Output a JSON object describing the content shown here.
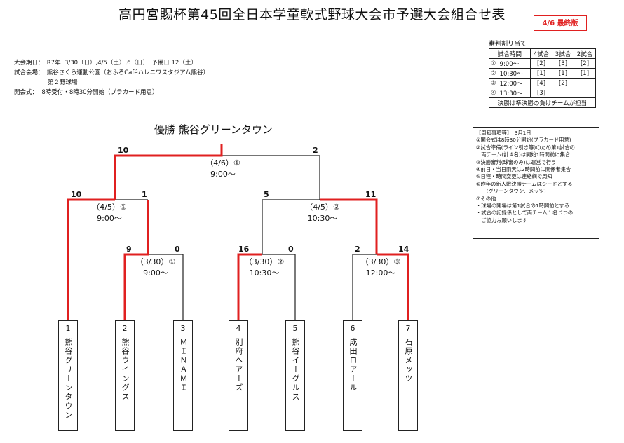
{
  "title": "高円宮賜杯第45回全日本学童軟式野球大会市予選大会組合せ表",
  "badge": "4/6 最終版",
  "info": {
    "dates": "大会期日：　R7年  3/30（日）,4/5（土）,6（日）　予備日 12（土）",
    "venue1": "試合会場：　熊谷さくら運動公園（おふろCaféハレニワスタジアム熊谷）",
    "venue2": "第２野球場",
    "opening": "開会式：  8時受付・8時30分開始（プラカード用意）"
  },
  "referee": {
    "title": "審判割り当て",
    "headers": [
      "試合時間",
      "4試合",
      "3試合",
      "2試合"
    ],
    "rows": [
      [
        "①",
        "9:00～",
        "[2]",
        "[3]",
        "[2]"
      ],
      [
        "②",
        "10:30～",
        "[1]",
        "[1]",
        "[1]"
      ],
      [
        "③",
        "12:00～",
        "[4]",
        "[2]",
        ""
      ],
      [
        "④",
        "13:30～",
        "[3]",
        "",
        ""
      ]
    ],
    "footer": "決勝は準決勝の負けチームが担当"
  },
  "notice": {
    "title": "【周知事項等】　3月1日",
    "lines": [
      "①開会式は8時30分開始(プラカード用意)",
      "②試合準備(ライン引き等)のため第1試合の",
      "　両チーム(計４名)は開始1時間前に集合",
      "③決勝審判(球審のみ)は運営で行う",
      "④前日・当日雨天は2時間前に関係者集合",
      "⑤日程・時間変更は連絡網で周知",
      "⑥昨年の新人戦決勝チームはシードとする",
      "　　(グリーンタウン、メッツ)",
      "⑦その他",
      "・球場の開場は第1試合の1時間前とする",
      "・試合の記録係として両チーム１名づつの",
      "　ご協力お願いします"
    ]
  },
  "champion": "優勝  熊谷グリーンタウン",
  "matches": {
    "final": {
      "date": "（4/6）①",
      "time": "9:00～",
      "score_left": "10",
      "score_right": "2"
    },
    "semi1": {
      "date": "（4/5）①",
      "time": "9:00～",
      "score_left": "10",
      "score_right": "1"
    },
    "semi2": {
      "date": "（4/5）②",
      "time": "10:30～",
      "score_left": "5",
      "score_right": "11"
    },
    "r1a": {
      "date": "（3/30）①",
      "time": "9:00～",
      "score_left": "9",
      "score_right": "0"
    },
    "r1b": {
      "date": "（3/30）②",
      "time": "10:30～",
      "score_left": "16",
      "score_right": "0"
    },
    "r1c": {
      "date": "（3/30）③",
      "time": "12:00～",
      "score_left": "2",
      "score_right": "14"
    }
  },
  "teams": [
    {
      "num": "1",
      "name": "熊谷グリーンタウン"
    },
    {
      "num": "2",
      "name": "熊谷ウイングス"
    },
    {
      "num": "3",
      "name": "ＭＩＮＡＭＩ"
    },
    {
      "num": "4",
      "name": "別府ヘアーズ"
    },
    {
      "num": "5",
      "name": "熊谷イーグルス"
    },
    {
      "num": "6",
      "name": "成田ロアール"
    },
    {
      "num": "7",
      "name": "石原メッツ"
    }
  ],
  "colors": {
    "winner_line": "#e02020",
    "line": "#222222",
    "badge": "#e02020"
  }
}
